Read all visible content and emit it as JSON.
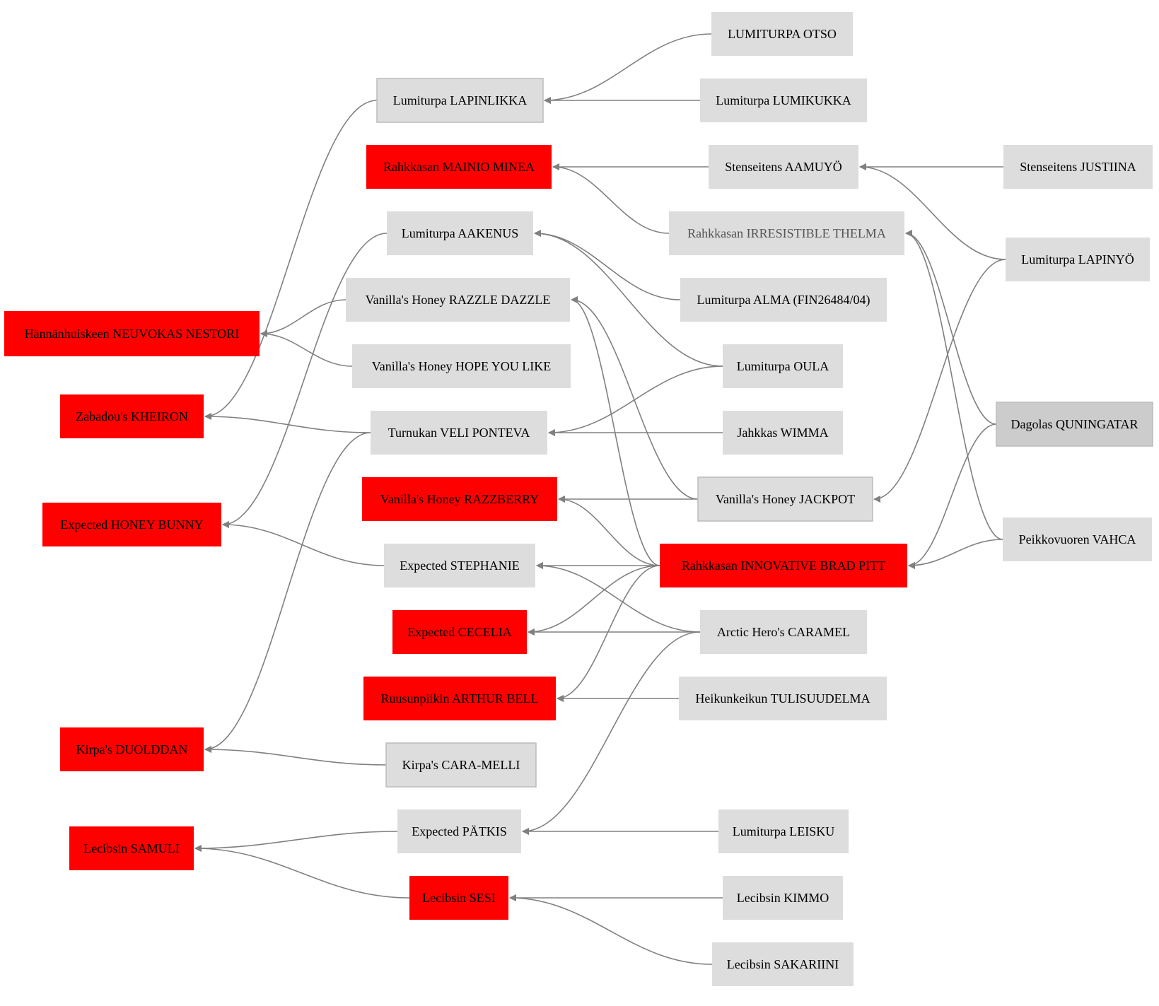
{
  "colors": {
    "highlight": "#ff0000",
    "node_fill": "#dddddd",
    "node_fill_dark": "#cccccc",
    "edge": "#808080",
    "node_border": "#bbbbbb"
  },
  "nodes": [
    {
      "id": "otso",
      "label": "LUMITURPA OTSO",
      "style": "plain"
    },
    {
      "id": "lapinlikka",
      "label": "Lumiturpa LAPINLIKKA",
      "style": "bordered"
    },
    {
      "id": "lumikukka",
      "label": "Lumiturpa LUMIKUKKA",
      "style": "plain"
    },
    {
      "id": "minea",
      "label": "Rahkkasan MAINIO MINEA",
      "style": "highlight"
    },
    {
      "id": "aamuyo",
      "label": "Stenseitens AAMUYÖ",
      "style": "plain"
    },
    {
      "id": "justiina",
      "label": "Stenseitens JUSTIINA",
      "style": "plain"
    },
    {
      "id": "aakenus",
      "label": "Lumiturpa AAKENUS",
      "style": "plain"
    },
    {
      "id": "thelma",
      "label": "Rahkkasan IRRESISTIBLE THELMA",
      "style": "dim"
    },
    {
      "id": "lapinyo",
      "label": "Lumiturpa LAPINYÖ",
      "style": "plain"
    },
    {
      "id": "razzle",
      "label": "Vanilla's Honey RAZZLE DAZZLE",
      "style": "plain"
    },
    {
      "id": "alma",
      "label": "Lumiturpa ALMA (FIN26484/04)",
      "style": "plain"
    },
    {
      "id": "nestori",
      "label": "Hännänhuiskeen NEUVOKAS NESTORI",
      "style": "highlight"
    },
    {
      "id": "hope",
      "label": "Vanilla's Honey HOPE YOU LIKE",
      "style": "plain"
    },
    {
      "id": "oula",
      "label": "Lumiturpa OULA",
      "style": "plain"
    },
    {
      "id": "kheiron",
      "label": "Zabadou's KHEIRON",
      "style": "highlight"
    },
    {
      "id": "ponteva",
      "label": "Turnukan VELI PONTEVA",
      "style": "plain"
    },
    {
      "id": "wimma",
      "label": "Jahkkas WIMMA",
      "style": "plain"
    },
    {
      "id": "quningatar",
      "label": "Dagolas QUNINGATAR",
      "style": "dark"
    },
    {
      "id": "razzberry",
      "label": "Vanilla's Honey RAZZBERRY",
      "style": "highlight"
    },
    {
      "id": "jackpot",
      "label": "Vanilla's Honey JACKPOT",
      "style": "bordered"
    },
    {
      "id": "honeybunny",
      "label": "Expected HONEY BUNNY",
      "style": "highlight"
    },
    {
      "id": "vahca",
      "label": "Peikkovuoren VAHCA",
      "style": "plain"
    },
    {
      "id": "stephanie",
      "label": "Expected STEPHANIE",
      "style": "plain"
    },
    {
      "id": "bradpitt",
      "label": "Rahkkasan INNOVATIVE BRAD PITT",
      "style": "highlight"
    },
    {
      "id": "cecelia",
      "label": "Expected CECELIA",
      "style": "highlight"
    },
    {
      "id": "caramel",
      "label": "Arctic Hero's CARAMEL",
      "style": "plain"
    },
    {
      "id": "arthur",
      "label": "Ruusunpiikin ARTHUR BELL",
      "style": "highlight"
    },
    {
      "id": "tulisuudelma",
      "label": "Heikunkeikun TULISUUDELMA",
      "style": "plain"
    },
    {
      "id": "duolddan",
      "label": "Kirpa's DUOLDDAN",
      "style": "highlight"
    },
    {
      "id": "caramelli",
      "label": "Kirpa's CARA-MELLI",
      "style": "bordered"
    },
    {
      "id": "patkis",
      "label": "Expected PÄTKIS",
      "style": "plain"
    },
    {
      "id": "leisku",
      "label": "Lumiturpa LEISKU",
      "style": "plain"
    },
    {
      "id": "samuli",
      "label": "Lecibsin SAMULI",
      "style": "highlight"
    },
    {
      "id": "sesi",
      "label": "Lecibsin SESI",
      "style": "highlight"
    },
    {
      "id": "kimmo",
      "label": "Lecibsin KIMMO",
      "style": "plain"
    },
    {
      "id": "sakariini",
      "label": "Lecibsin SAKARIINI",
      "style": "plain"
    }
  ],
  "edges": [
    {
      "from": "otso",
      "to": "lapinlikka"
    },
    {
      "from": "lumikukka",
      "to": "lapinlikka"
    },
    {
      "from": "aamuyo",
      "to": "minea"
    },
    {
      "from": "thelma",
      "to": "minea"
    },
    {
      "from": "justiina",
      "to": "aamuyo"
    },
    {
      "from": "lapinyo",
      "to": "aamuyo"
    },
    {
      "from": "alma",
      "to": "aakenus"
    },
    {
      "from": "oula",
      "to": "aakenus"
    },
    {
      "from": "razzle",
      "to": "nestori"
    },
    {
      "from": "hope",
      "to": "nestori"
    },
    {
      "from": "lapinlikka",
      "to": "kheiron"
    },
    {
      "from": "ponteva",
      "to": "kheiron"
    },
    {
      "from": "oula",
      "to": "ponteva"
    },
    {
      "from": "wimma",
      "to": "ponteva"
    },
    {
      "from": "quningatar",
      "to": "thelma"
    },
    {
      "from": "vahca",
      "to": "thelma"
    },
    {
      "from": "jackpot",
      "to": "razzle"
    },
    {
      "from": "bradpitt",
      "to": "razzle"
    },
    {
      "from": "lapinyo",
      "to": "jackpot"
    },
    {
      "from": "jackpot",
      "to": "razzberry"
    },
    {
      "from": "bradpitt",
      "to": "razzberry"
    },
    {
      "from": "aakenus",
      "to": "honeybunny"
    },
    {
      "from": "stephanie",
      "to": "honeybunny"
    },
    {
      "from": "quningatar",
      "to": "bradpitt"
    },
    {
      "from": "vahca",
      "to": "bradpitt"
    },
    {
      "from": "bradpitt",
      "to": "stephanie"
    },
    {
      "from": "caramel",
      "to": "stephanie"
    },
    {
      "from": "bradpitt",
      "to": "cecelia"
    },
    {
      "from": "caramel",
      "to": "cecelia"
    },
    {
      "from": "bradpitt",
      "to": "arthur"
    },
    {
      "from": "tulisuudelma",
      "to": "arthur"
    },
    {
      "from": "ponteva",
      "to": "duolddan"
    },
    {
      "from": "caramelli",
      "to": "duolddan"
    },
    {
      "from": "caramel",
      "to": "patkis"
    },
    {
      "from": "leisku",
      "to": "patkis"
    },
    {
      "from": "patkis",
      "to": "samuli"
    },
    {
      "from": "sesi",
      "to": "samuli"
    },
    {
      "from": "kimmo",
      "to": "sesi"
    },
    {
      "from": "sakariini",
      "to": "sesi"
    }
  ]
}
